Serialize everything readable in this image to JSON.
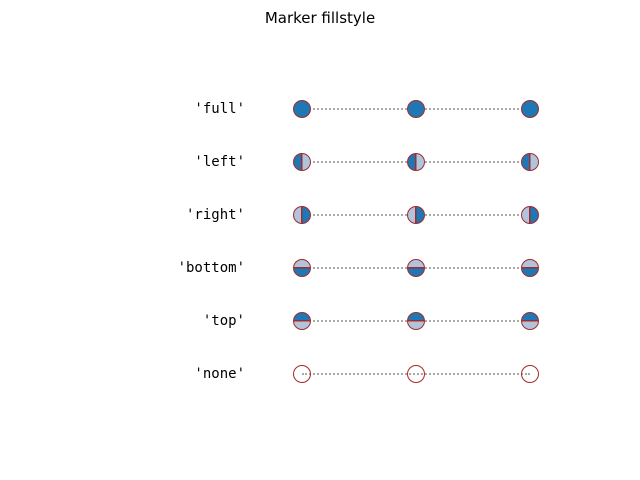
{
  "title": "Marker fillstyle",
  "colors": {
    "marker_face": "#1f77b4",
    "marker_face_alt": "#b0c4de",
    "marker_edge": "#A52A2A",
    "dotted_line": "#a9a9a9",
    "background": "#ffffff"
  },
  "rows": [
    {
      "label": "'full'",
      "fillstyle": "full"
    },
    {
      "label": "'left'",
      "fillstyle": "left"
    },
    {
      "label": "'right'",
      "fillstyle": "right"
    },
    {
      "label": "'bottom'",
      "fillstyle": "bottom"
    },
    {
      "label": "'top'",
      "fillstyle": "top"
    },
    {
      "label": "'none'",
      "fillstyle": "none"
    }
  ],
  "chart_data": {
    "type": "line",
    "title": "Marker fillstyle",
    "x": [
      0,
      1,
      2
    ],
    "series": [
      {
        "name": "'full'",
        "fillstyle": "full",
        "y": [
          5,
          5,
          5
        ]
      },
      {
        "name": "'left'",
        "fillstyle": "left",
        "y": [
          4,
          4,
          4
        ]
      },
      {
        "name": "'right'",
        "fillstyle": "right",
        "y": [
          3,
          3,
          3
        ]
      },
      {
        "name": "'bottom'",
        "fillstyle": "bottom",
        "y": [
          2,
          2,
          2
        ]
      },
      {
        "name": "'top'",
        "fillstyle": "top",
        "y": [
          1,
          1,
          1
        ]
      },
      {
        "name": "'none'",
        "fillstyle": "none",
        "y": [
          0,
          0,
          0
        ]
      }
    ],
    "marker": "o",
    "marker_size": 15,
    "linestyle": "dotted",
    "line_color": "darkgrey",
    "marker_face_color": "#1f77b4",
    "marker_face_color_alt": "#b0c4de",
    "marker_edge_color": "#A52A2A",
    "axes_visible": false,
    "grid": false,
    "legend": false,
    "row_labels_top_to_bottom": [
      "'full'",
      "'left'",
      "'right'",
      "'bottom'",
      "'top'",
      "'none'"
    ]
  }
}
